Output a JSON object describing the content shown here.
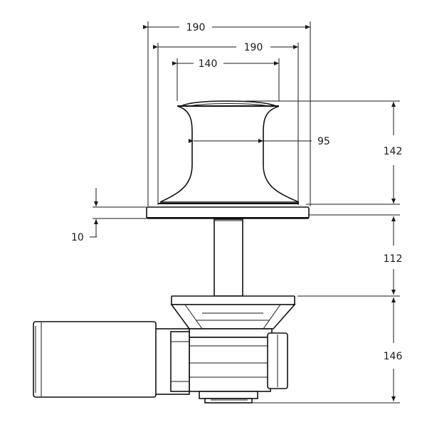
{
  "dimensions": {
    "overall_width": "190",
    "flange_width": "190",
    "top_width": "140",
    "barrel_diameter": "95",
    "drum_height": "142",
    "deck_thickness": "10",
    "shaft_length": "112",
    "gearbox_height": "146"
  }
}
